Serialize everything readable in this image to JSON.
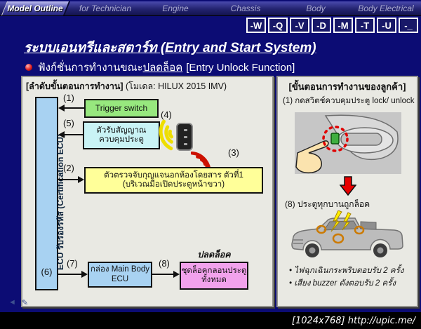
{
  "nav": {
    "tabs": [
      {
        "label": "Model Outline",
        "active": true
      },
      {
        "label": "for Technician",
        "active": false
      },
      {
        "label": "Engine",
        "active": false
      },
      {
        "label": "Chassis",
        "active": false
      },
      {
        "label": "Body",
        "active": false
      },
      {
        "label": "Body Electrical",
        "active": false
      }
    ]
  },
  "toolbar": {
    "buttons": [
      "-W",
      "-Q",
      "-V",
      "-D",
      "-M",
      "-T",
      "-U",
      "-_"
    ]
  },
  "heading": {
    "title": "ระบบเอนทรีและสตาร์ท (Entry and Start System)",
    "subtitle_prefix": "ฟังก์ชั่นการทำงานขณะ",
    "subtitle_underlined": "ปลดล็อค",
    "subtitle_suffix": "[Entry Unlock Function]"
  },
  "left_panel": {
    "header_bracket": "[ลำดับขั้นตอนการทำงาน]",
    "header_model": " (โมเดล: HILUX 2015 IMV)",
    "ecu_label": "ECU รับรองรหัส (Certification ECU)",
    "boxes": {
      "trigger": "Trigger switch",
      "receiver_line1": "ตัวรับสัญญาณ",
      "receiver_line2": "ควบคุมประตู",
      "detector_line1": "ตัวตรวจจับกุญแจนอกห้องโดยสาร ตัวที่1",
      "detector_line2": "(บริเวณมือเปิดประตูหน้าขวา)",
      "main_body_line1": "กล่อง Main Body",
      "main_body_line2": "ECU",
      "lock_line1": "ชุดล็อคกลอนประตู",
      "lock_line2": "ทั้งหมด"
    },
    "unlock_caption": "ปลดล็อค",
    "step_labels": {
      "n1": "(1)",
      "n2": "(2)",
      "n3": "(3)",
      "n4": "(4)",
      "n5": "(5)",
      "n6": "(6)",
      "n7": "(7)",
      "n8": "(8)"
    }
  },
  "right_panel": {
    "header": "[ขั้นตอนการทำงานของลูกค้า]",
    "step1": "(1) กดสวิตช์ควบคุมประตู lock/ unlock",
    "step8": "(8) ประตูทุกบานถูกล็อค",
    "bullets": [
      "ไฟฉุกเฉินกระพริบตอบรับ 2 ครั้ง",
      "เสียง buzzer ดังตอบรับ 2 ครั้ง"
    ]
  },
  "footer": {
    "watermark": "[1024x768] http://upic.me/",
    "back_glyph": "◄",
    "pen_glyph": "✎"
  },
  "colors": {
    "slide_bg": "#0c0c74",
    "panel_bg": "#e9e9e3",
    "box_green": "#97e87e",
    "box_cyan": "#c9f3f5",
    "box_yellow": "#ffff99",
    "box_pink": "#f2a2ec",
    "box_blue": "#a8d2f2",
    "wave_yellow": "#eede00",
    "wave_red": "#cc1100",
    "arrow_red": "#e80000"
  }
}
